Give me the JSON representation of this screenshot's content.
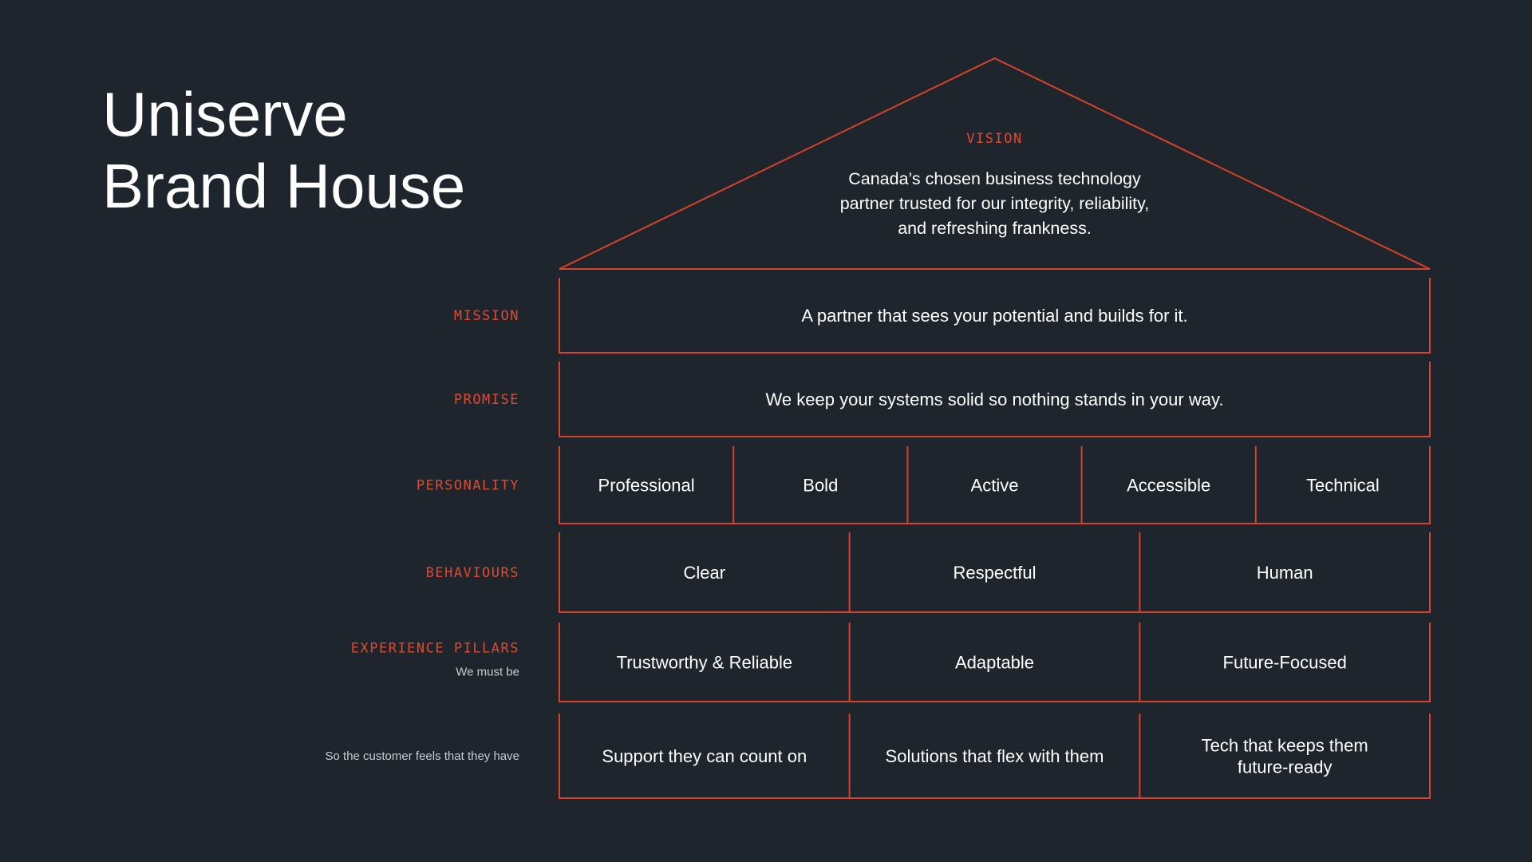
{
  "title": {
    "line1": "Uniserve",
    "line2": "Brand House"
  },
  "colors": {
    "background": "#1f252c",
    "accent": "#e0492f",
    "text": "#ffffff",
    "muted": "#c9ccd0"
  },
  "vision": {
    "label": "VISION",
    "lines": [
      "Canada’s chosen business technology",
      "partner trusted for our integrity, reliability,",
      "and refreshing frankness."
    ]
  },
  "rows": [
    {
      "id": "mission",
      "label": "MISSION",
      "sublabel": "",
      "cells": [
        [
          "A partner that sees your potential and builds for it."
        ]
      ]
    },
    {
      "id": "promise",
      "label": "PROMISE",
      "sublabel": "",
      "cells": [
        [
          "We keep your systems solid so nothing stands in your way."
        ]
      ]
    },
    {
      "id": "personality",
      "label": "PERSONALITY",
      "sublabel": "",
      "cells": [
        [
          "Professional"
        ],
        [
          "Bold"
        ],
        [
          "Active"
        ],
        [
          "Accessible"
        ],
        [
          "Technical"
        ]
      ]
    },
    {
      "id": "behaviours",
      "label": "BEHAVIOURS",
      "sublabel": "",
      "cells": [
        [
          "Clear"
        ],
        [
          "Respectful"
        ],
        [
          "Human"
        ]
      ]
    },
    {
      "id": "experience-pillars",
      "label": "EXPERIENCE PILLARS",
      "sublabel": "We must be",
      "cells": [
        [
          "Trustworthy & Reliable"
        ],
        [
          "Adaptable"
        ],
        [
          "Future-Focused"
        ]
      ]
    },
    {
      "id": "customer-feels",
      "label": "",
      "sublabel": "So the customer feels that they have",
      "cells": [
        [
          "Support they can count on"
        ],
        [
          "Solutions that flex with them"
        ],
        [
          "Tech that keeps them",
          "future-ready"
        ]
      ]
    }
  ]
}
